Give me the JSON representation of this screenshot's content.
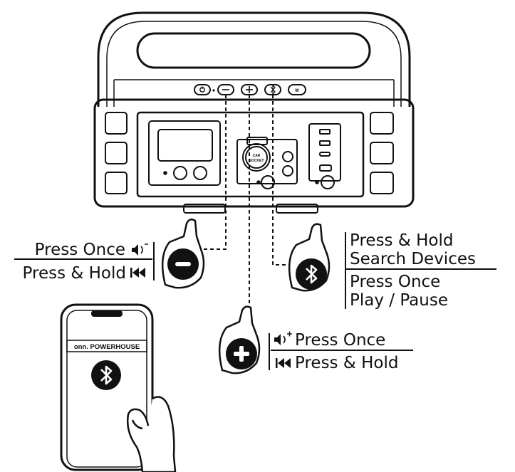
{
  "device": {
    "car_socket_line1": "CAR",
    "car_socket_line2": "SOCKET"
  },
  "minus_callout": {
    "press_once": "Press Once",
    "press_hold": "Press & Hold"
  },
  "plus_callout": {
    "press_once": "Press Once",
    "press_hold": "Press & Hold"
  },
  "bluetooth_callout": {
    "line1": "Press & Hold",
    "line2": "Search Devices",
    "line3": "Press Once",
    "line4": "Play / Pause"
  },
  "phone": {
    "brand": "onn. POWERHOUSE"
  },
  "colors": {
    "ink": "#111111",
    "background": "#ffffff"
  }
}
